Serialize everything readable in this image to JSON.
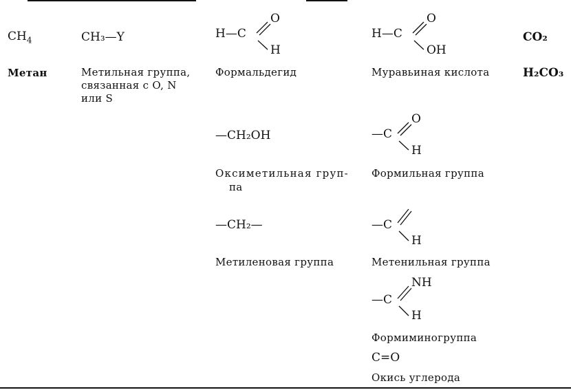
{
  "column1": {
    "methane_formula": "CH",
    "methane_subscript": "4",
    "methane_label": "Метан"
  },
  "column2": {
    "methyl_formula": "CH₃—Y",
    "methyl_label_line1": "Метильная группа,",
    "methyl_label_line2": "связанная с O, N",
    "methyl_label_line3": "или S"
  },
  "column3": {
    "formaldehyde": {
      "left": "H—C",
      "top": "O",
      "bottom": "H"
    },
    "formaldehyde_label": "Формальдегид",
    "hydroxymethyl_formula": "—CH₂OH",
    "hydroxymethyl_label_line1": "Оксиметильная груп-",
    "hydroxymethyl_label_line2": "па",
    "methylene_formula": "—CH₂—",
    "methylene_label": "Метиленовая группа"
  },
  "column4": {
    "formic_acid": {
      "left": "H—C",
      "top": "O",
      "bottom": "OH"
    },
    "formic_acid_label": "Муравьиная кислота",
    "formyl": {
      "left": "—C",
      "top": "O",
      "bottom": "H"
    },
    "formyl_label": "Формильная группа",
    "methenyl": {
      "left": "—C",
      "bottom": "H"
    },
    "methenyl_label": "Метенильная группа",
    "formimino": {
      "left": "—C",
      "top": "NH",
      "bottom": "H"
    },
    "formimino_label": "Формиминогруппа",
    "carbon_monoxide_formula": "C=O",
    "carbon_monoxide_label": "Окись углерода"
  },
  "column5": {
    "co2_formula": "CO₂",
    "carbonic_acid_formula": "H₂CO₃"
  }
}
